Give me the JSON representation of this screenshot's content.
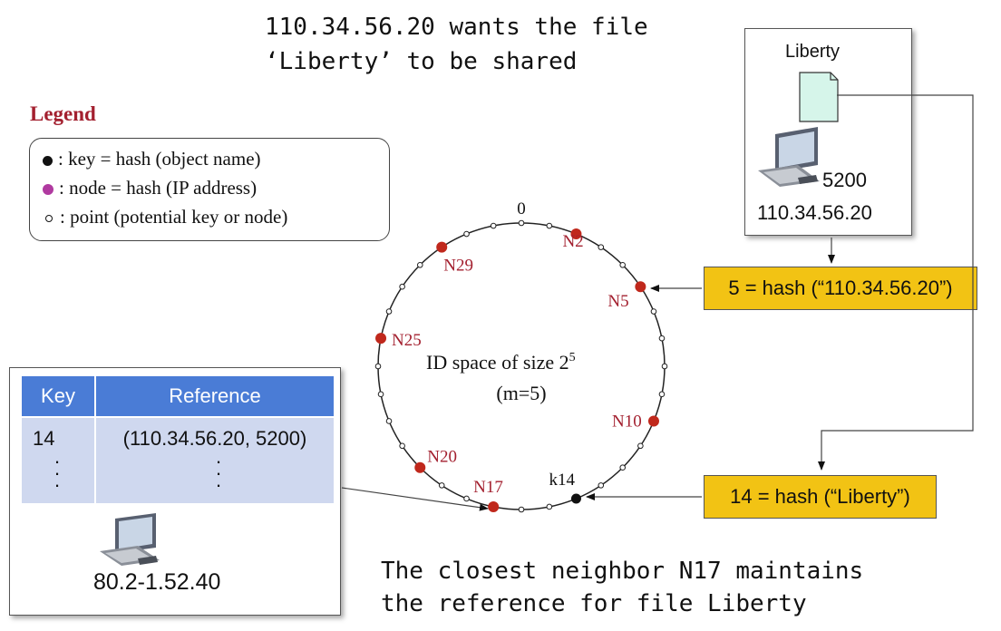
{
  "title": {
    "line1": "110.34.56.20 wants the file",
    "line2": "‘Liberty’ to be shared"
  },
  "legend": {
    "title": "Legend",
    "items": [
      {
        "text": ": key = hash (object name)",
        "color": "#111111"
      },
      {
        "text": ": node = hash (IP address)",
        "color": "#b03aa0"
      },
      {
        "text": ": point (potential key or node)",
        "color": "#ffffff"
      }
    ]
  },
  "host": {
    "file_name": "Liberty",
    "port": "5200",
    "ip": "110.34.56.20",
    "file_color": "#d6f5ea"
  },
  "ring": {
    "size": 32,
    "zero_label": "0",
    "center_line1": "ID space of size 2",
    "center_exp": "5",
    "center_line2": "(m=5)",
    "node_color": "#c0281c",
    "key_color": "#111111",
    "nodes": [
      {
        "id": 2,
        "label": "N2"
      },
      {
        "id": 5,
        "label": "N5"
      },
      {
        "id": 10,
        "label": "N10"
      },
      {
        "id": 17,
        "label": "N17"
      },
      {
        "id": 20,
        "label": "N20"
      },
      {
        "id": 25,
        "label": "N25"
      },
      {
        "id": 29,
        "label": "N29"
      }
    ],
    "keys": [
      {
        "id": 14,
        "label": "k14"
      }
    ]
  },
  "hash_ip": "5 = hash (“110.34.56.20”)",
  "hash_file": "14 = hash (“Liberty”)",
  "table": {
    "headers": [
      "Key",
      "Reference"
    ],
    "row": [
      "14",
      "(110.34.56.20, 5200)"
    ],
    "ellipsis": ".\n.\n."
  },
  "node_ip": "80.2-1.52.40",
  "bottom": {
    "line1": "The closest neighbor N17 maintains",
    "line2": "the reference for file Liberty"
  },
  "colors": {
    "highlight": "#f2c314",
    "table_header": "#4a7cd6",
    "table_cell": "#cfd8ef",
    "legend_title": "#a3202f"
  }
}
